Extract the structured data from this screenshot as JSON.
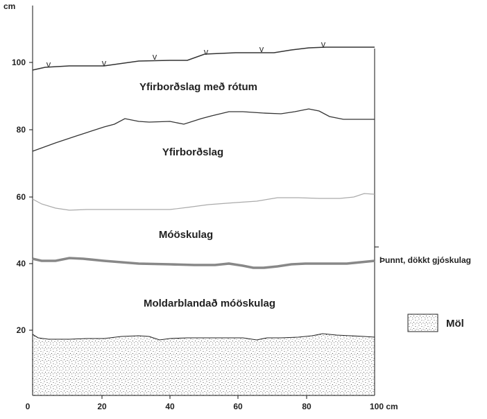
{
  "unit_label": "cm",
  "x_ticks": [
    "0",
    "20",
    "40",
    "60",
    "80",
    "100 cm"
  ],
  "y_ticks": [
    "20",
    "40",
    "60",
    "80",
    "100"
  ],
  "layers": {
    "top": "Yfirborðslag með rótum",
    "surface": "Yfirborðslag",
    "tephra": "Móöskulag",
    "mixed": "Moldarblandað móöskulag"
  },
  "side_label": "Þunnt, dökkt gjóskulag",
  "legend": {
    "label": "Möl"
  },
  "vegetation_mark": "v"
}
